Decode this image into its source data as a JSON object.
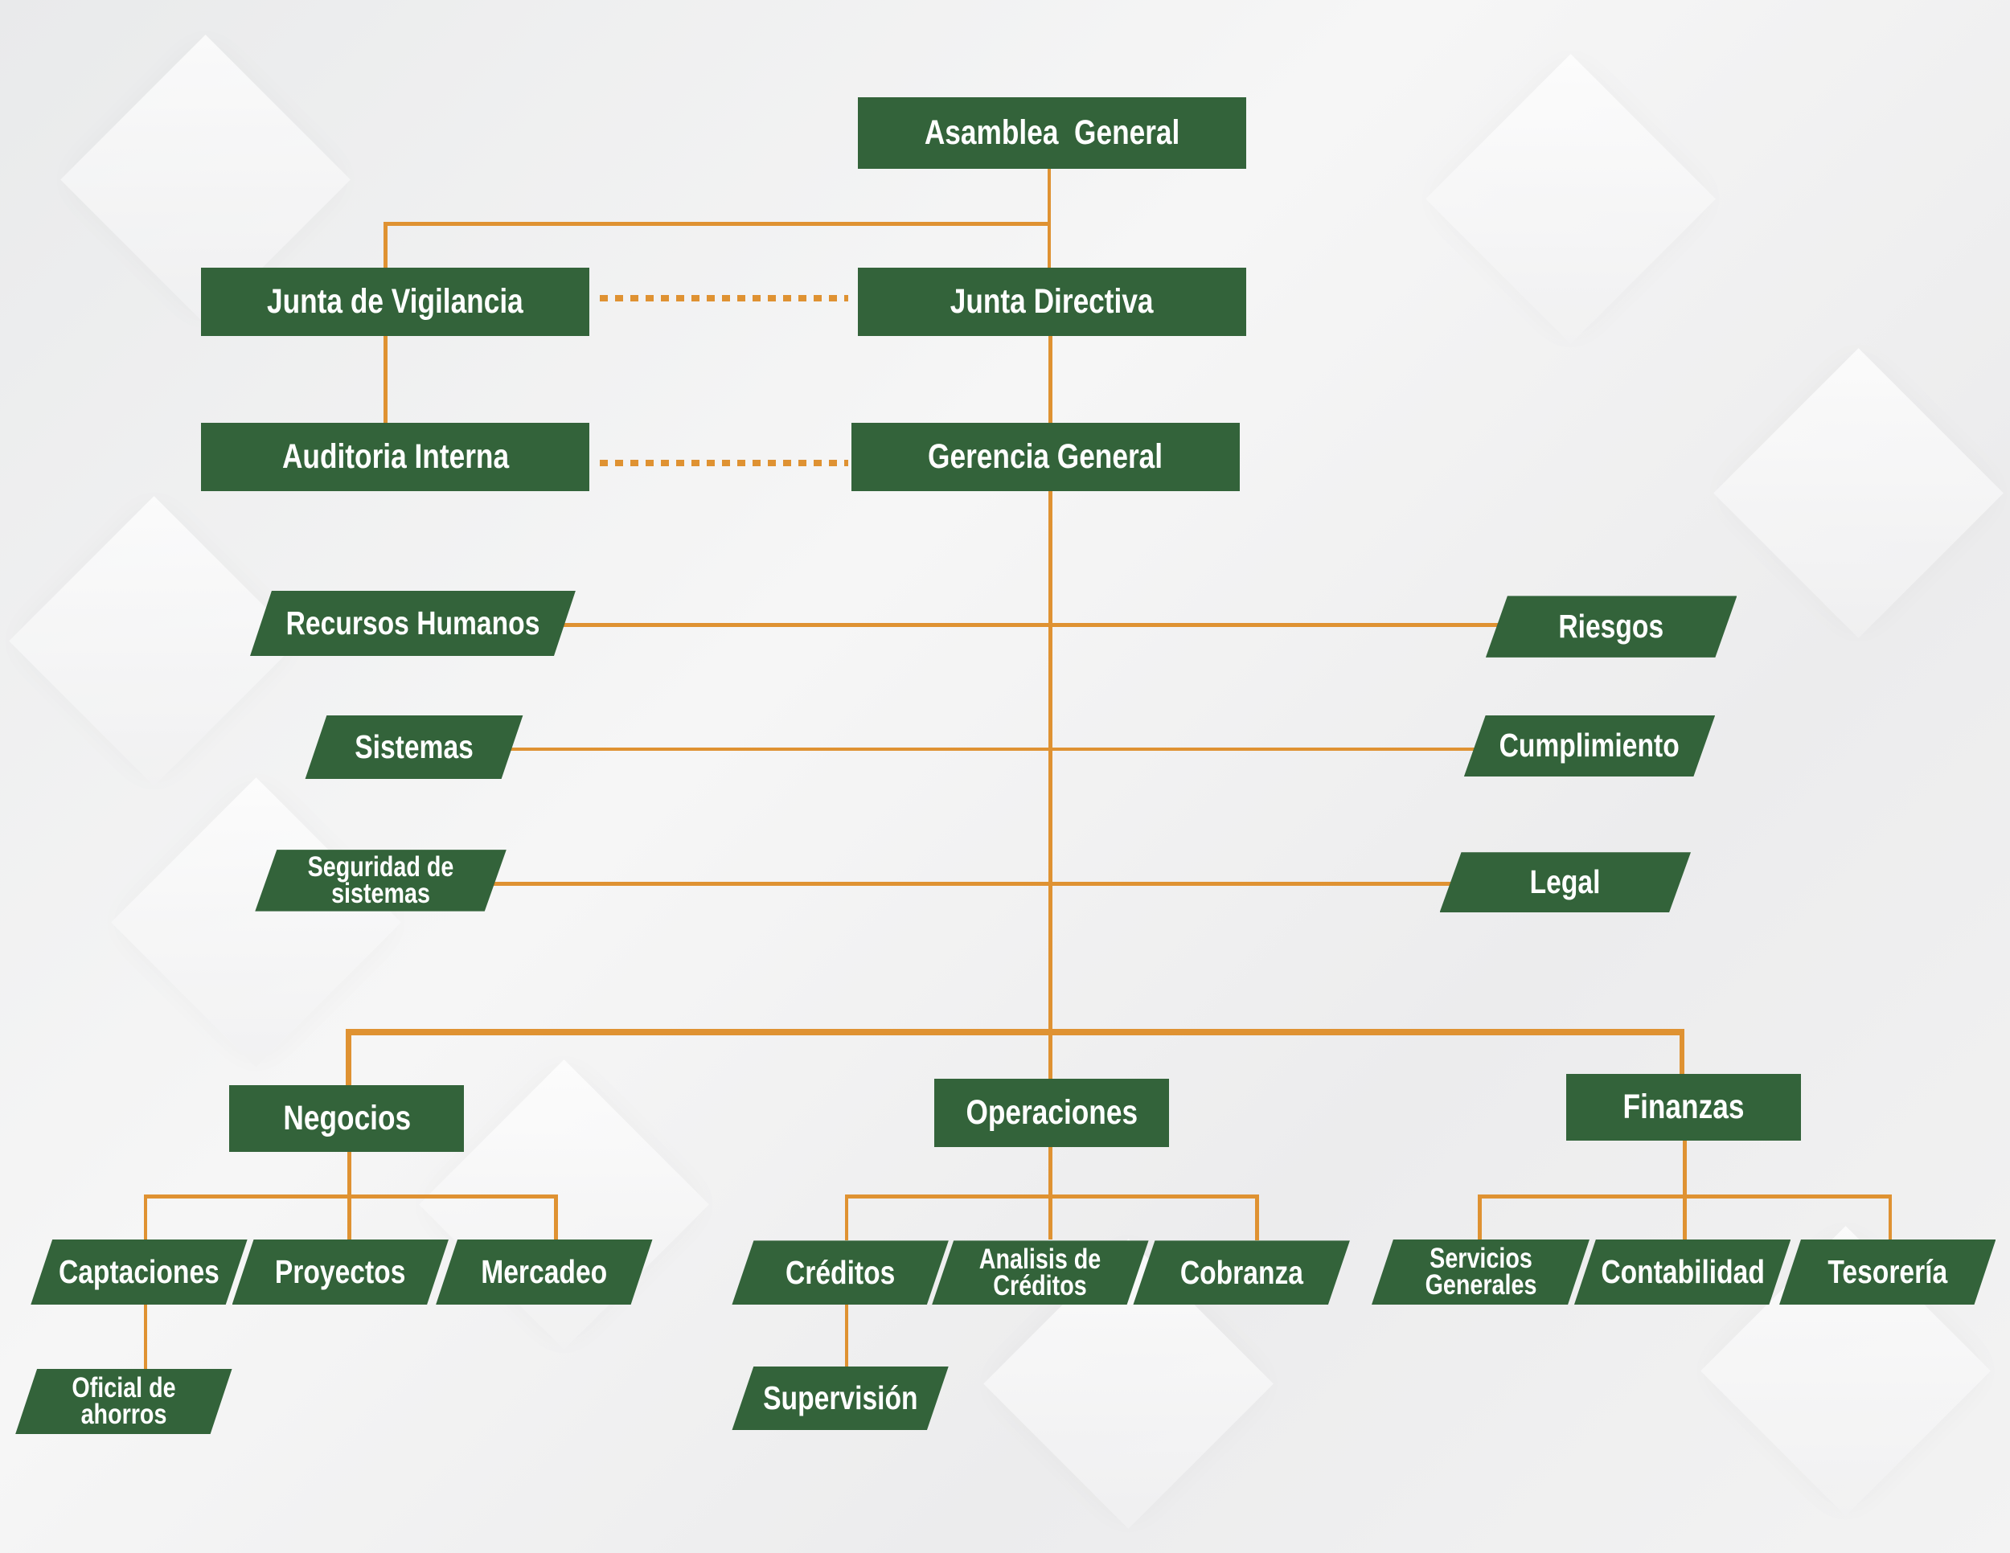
{
  "colors": {
    "box": "#33633a",
    "connector": "#df9232",
    "text": "#ffffff"
  },
  "top": {
    "asamblea": "Asamblea  General",
    "vigilancia": "Junta de Vigilancia",
    "directiva": "Junta Directiva",
    "auditoria": "Auditoria Interna",
    "gerencia": "Gerencia General"
  },
  "staff_left": [
    "Recursos Humanos",
    "Sistemas",
    "Seguridad de sistemas"
  ],
  "staff_right": [
    "Riesgos",
    "Cumplimiento",
    "Legal"
  ],
  "divisions": {
    "negocios": {
      "label": "Negocios",
      "children": [
        "Captaciones",
        "Proyectos",
        "Mercadeo"
      ],
      "sub": "Oficial de ahorros"
    },
    "operaciones": {
      "label": "Operaciones",
      "children": [
        "Créditos",
        "Analisis de Créditos",
        "Cobranza"
      ],
      "sub": "Supervisión"
    },
    "finanzas": {
      "label": "Finanzas",
      "children": [
        "Servicios Generales",
        "Contabilidad",
        "Tesorería"
      ]
    }
  }
}
